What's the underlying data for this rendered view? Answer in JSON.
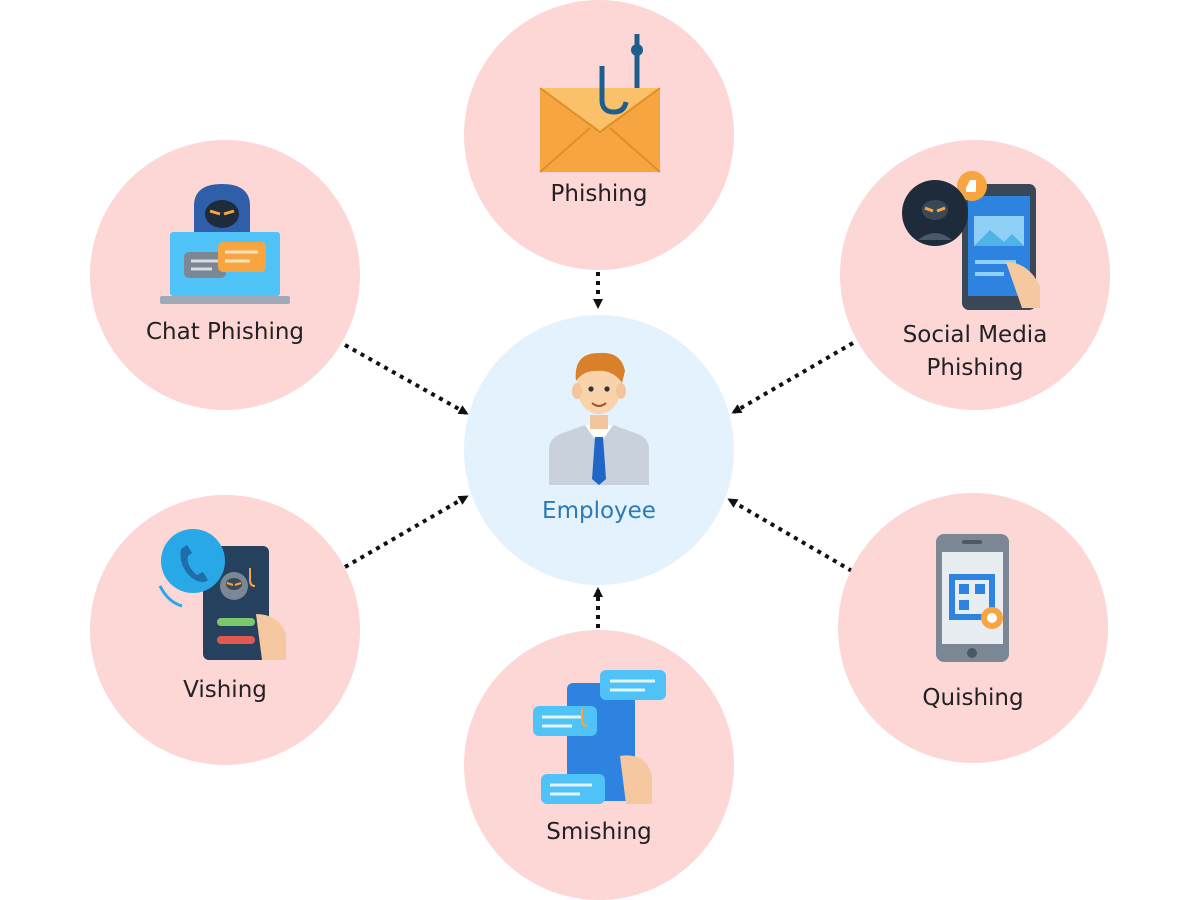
{
  "center": {
    "label": "Employee",
    "icon": "employee-icon",
    "fill": "#e3f2fc",
    "label_color": "#2a7ab8"
  },
  "nodes": [
    {
      "id": "phishing",
      "label_lines": [
        "Phishing"
      ],
      "icon": "email-hook-icon"
    },
    {
      "id": "chat-phishing",
      "label_lines": [
        "Chat Phishing"
      ],
      "icon": "hacker-laptop-chat-icon"
    },
    {
      "id": "social-media-phishing",
      "label_lines": [
        "Social Media",
        "Phishing"
      ],
      "icon": "social-media-phone-icon"
    },
    {
      "id": "vishing",
      "label_lines": [
        "Vishing"
      ],
      "icon": "phone-call-icon"
    },
    {
      "id": "quishing",
      "label_lines": [
        "Quishing"
      ],
      "icon": "qr-code-phone-icon"
    },
    {
      "id": "smishing",
      "label_lines": [
        "Smishing"
      ],
      "icon": "sms-phone-icon"
    }
  ],
  "colors": {
    "node_fill": "#fdd6d6",
    "connector": "#111111"
  }
}
